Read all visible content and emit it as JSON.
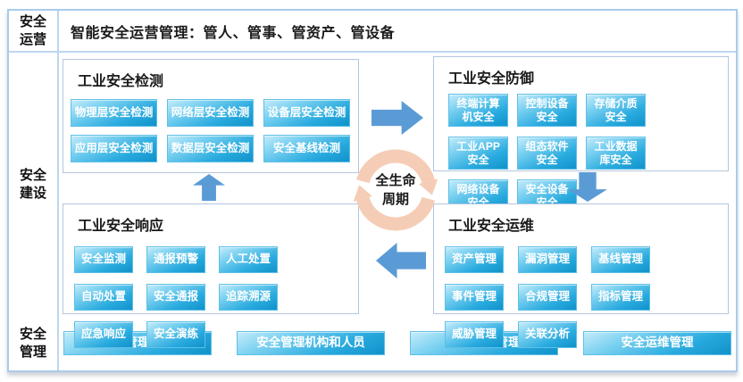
{
  "rows": {
    "operation": {
      "label": "安全\n运营",
      "title": "智能安全运营管理：管人、管事、管资产、管设备"
    },
    "construction": {
      "label": "安全\n建设"
    },
    "management": {
      "label": "安全\n管理"
    }
  },
  "quadrants": {
    "detection": {
      "title": "工业安全检测",
      "items": [
        "物理层安全检测",
        "网络层安全检测",
        "设备层安全检测",
        "应用层安全检测",
        "数据层安全检测",
        "安全基线检测"
      ]
    },
    "defense": {
      "title": "工业安全防御",
      "items": [
        "终端计算\n机安全",
        "控制设备\n安全",
        "存储介质\n安全",
        "工业APP\n安全",
        "组态软件\n安全",
        "工业数据\n库安全",
        "网络设备\n安全",
        "安全设备\n安全"
      ]
    },
    "response": {
      "title": "工业安全响应",
      "items": [
        "安全监测",
        "通报预警",
        "人工处置",
        "自动处置",
        "安全通报",
        "追踪溯源",
        "应急响应",
        "安全演练"
      ]
    },
    "operations": {
      "title": "工业安全运维",
      "items": [
        "资产管理",
        "漏洞管理",
        "基线管理",
        "事件管理",
        "合规管理",
        "指标管理",
        "威胁管理",
        "关联分析"
      ]
    }
  },
  "cycle": {
    "label": "全生命\n周期"
  },
  "management_items": [
    "安全管理制度",
    "安全管理机构和人员",
    "安全建设管理",
    "安全运维管理"
  ],
  "colors": {
    "frame_border": "#A9CBEA",
    "panel_border": "#B3C6DE",
    "arrow_blue": "#5B9BD5",
    "cycle_peach": "#F5CDB6",
    "button_gradient_top": "#C6ECFA",
    "button_gradient_bottom": "#1092CA",
    "button_text": "#FFFFFF",
    "text": "#1A1A1A"
  }
}
